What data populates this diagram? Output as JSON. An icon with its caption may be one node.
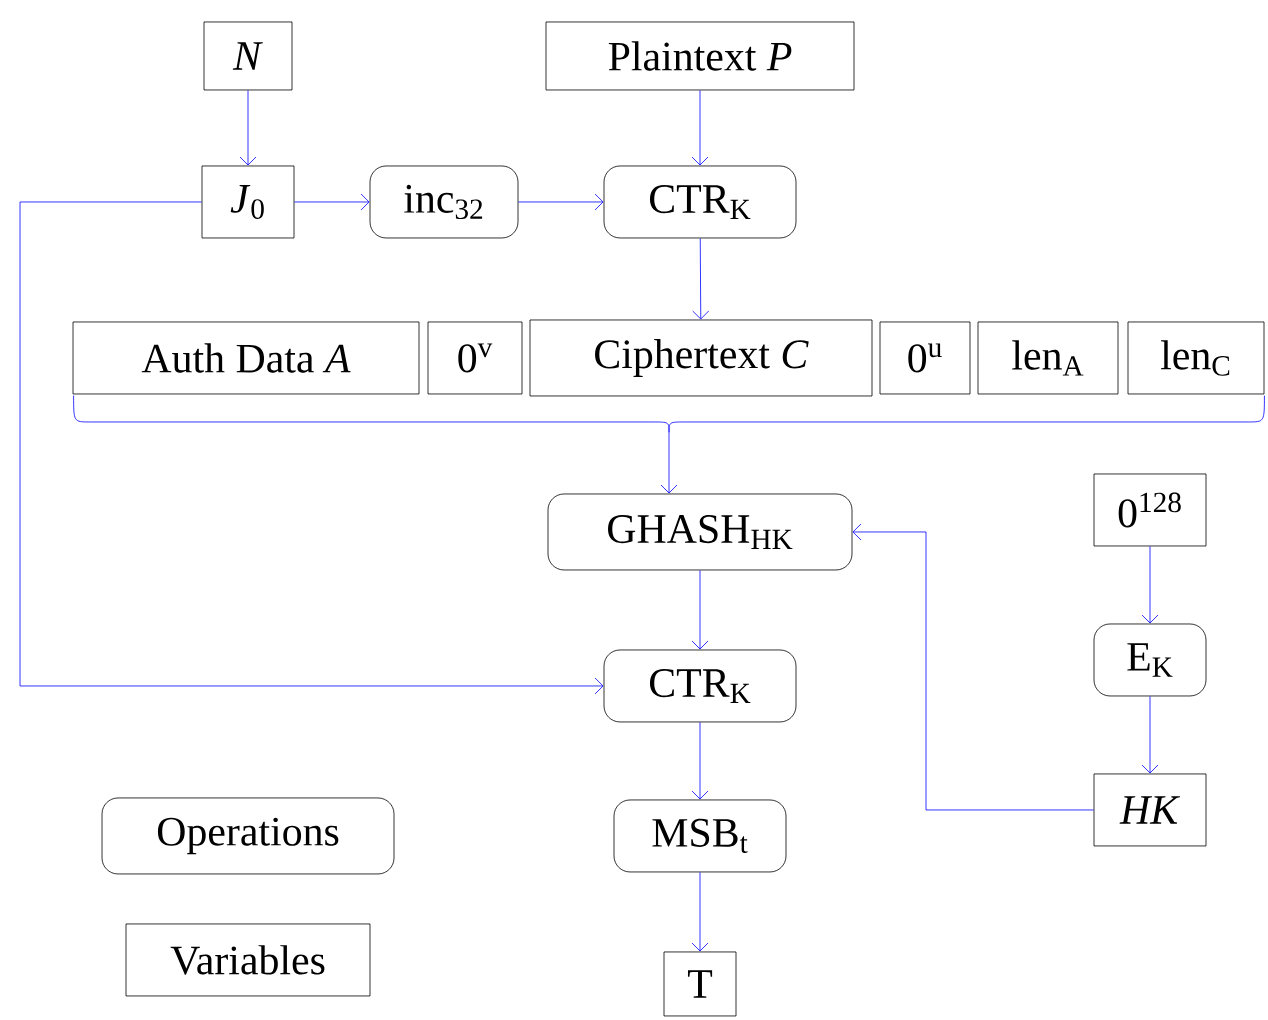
{
  "diagram": {
    "nodes": [
      {
        "text": [
          "*N*"
        ]
      },
      {
        "text": [
          "Plaintext *P*"
        ]
      },
      {
        "text": [
          "*J*$_{0}$"
        ]
      },
      {
        "text": [
          "inc$_{32}$"
        ]
      },
      {
        "text": [
          "CTR$_{K}$"
        ]
      },
      {
        "text": [
          "Auth Data *A*"
        ]
      },
      {
        "text": [
          "0$^{v}$"
        ]
      },
      {
        "text": [
          "Ciphertext *C*"
        ]
      },
      {
        "text": [
          "0$^{u}$"
        ]
      },
      {
        "text": [
          "len$_{A}$"
        ]
      },
      {
        "text": [
          "len$_{C}$"
        ]
      },
      {
        "text": [],
        "shape": "brace"
      },
      {
        "text": [
          "GHASH$_{HK}$"
        ]
      },
      {
        "text": [
          "0$^{128}$"
        ]
      },
      {
        "text": [
          "CTR$_{K}$"
        ]
      },
      {
        "text": [
          "E$_{K}$"
        ]
      },
      {
        "text": [
          "*HK*"
        ]
      },
      {
        "text": [
          "Operations"
        ]
      },
      {
        "text": [
          "MSB$_{t}$"
        ]
      },
      {
        "text": [
          "Variables"
        ]
      },
      {
        "text": [
          "T"
        ]
      }
    ],
    "edges": [
      {
        "from": 0,
        "to": 2,
        "arrow": "to"
      },
      {
        "from": 1,
        "to": 4,
        "arrow": "to"
      },
      {
        "from": 2,
        "to": 3,
        "arrow": "to"
      },
      {
        "from": 3,
        "to": 4,
        "arrow": "to"
      },
      {
        "from": 4,
        "to": 7,
        "arrow": "to"
      },
      {
        "from": 11,
        "to": 12,
        "arrow": "to"
      },
      {
        "from": 12,
        "to": 14,
        "arrow": "to"
      },
      {
        "from": 2,
        "to": 14,
        "arrow": "to"
      },
      {
        "from": 13,
        "to": 15,
        "arrow": "to"
      },
      {
        "from": 15,
        "to": 16,
        "arrow": "to"
      },
      {
        "from": 16,
        "to": 12,
        "arrow": "to"
      },
      {
        "from": 14,
        "to": 18,
        "arrow": "to"
      },
      {
        "from": 18,
        "to": 20,
        "arrow": "to"
      }
    ]
  }
}
